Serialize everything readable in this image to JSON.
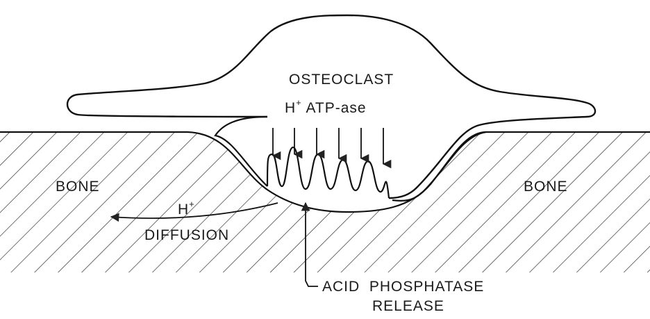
{
  "labels": {
    "cell": "OSTEOCLAST",
    "pump_ion": "H",
    "pump_charge": "+",
    "pump_name": "ATP-ase",
    "bone_left": "BONE",
    "bone_right": "BONE",
    "diffusion_ion": "H",
    "diffusion_charge": "+",
    "diffusion": "DIFFUSION",
    "release_line1": "ACID  PHOSPHATASE",
    "release_line2": "RELEASE"
  }
}
